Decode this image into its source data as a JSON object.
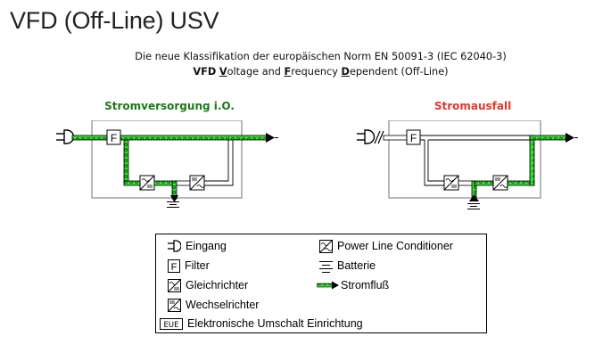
{
  "page": {
    "title": "VFD (Off-Line) USV"
  },
  "subtitle": {
    "line1": "Die neue Klassifikation der europäischen Norm EN 50091-3 (IEC 62040-3)",
    "line2_prefix_bold": "VFD",
    "line2_parts": [
      {
        "u": "V",
        "rest": "oltage and "
      },
      {
        "u": "F",
        "rest": "requency "
      },
      {
        "u": "D",
        "rest": "ependent (Off-Line)"
      }
    ]
  },
  "diagrams": [
    {
      "id": "normal",
      "title": "Stromversorgung i.O.",
      "title_color": "#1b7a17",
      "state": "mains-ok",
      "filter_label": "F"
    },
    {
      "id": "failure",
      "title": "Stromausfall",
      "title_color": "#e5372b",
      "state": "mains-failure",
      "filter_label": "F"
    }
  ],
  "colors": {
    "flow_green": "#33dd33",
    "box_border": "#888888",
    "line": "#000000"
  },
  "legend": {
    "items": [
      {
        "icon": "plug-icon",
        "label": "Eingang"
      },
      {
        "icon": "filter-icon",
        "label": "Filter",
        "glyph": "F"
      },
      {
        "icon": "rectifier-icon",
        "label": "Gleichrichter"
      },
      {
        "icon": "inverter-icon",
        "label": "Wechselrichter"
      },
      {
        "icon": "eue-icon",
        "label": "Elektronische Umschalt Einrichtung",
        "glyph": "EUE"
      },
      {
        "icon": "power-line-conditioner-icon",
        "label": "Power Line Conditioner"
      },
      {
        "icon": "battery-icon",
        "label": "Batterie"
      },
      {
        "icon": "current-flow-icon",
        "label": "Stromfluß"
      }
    ]
  }
}
